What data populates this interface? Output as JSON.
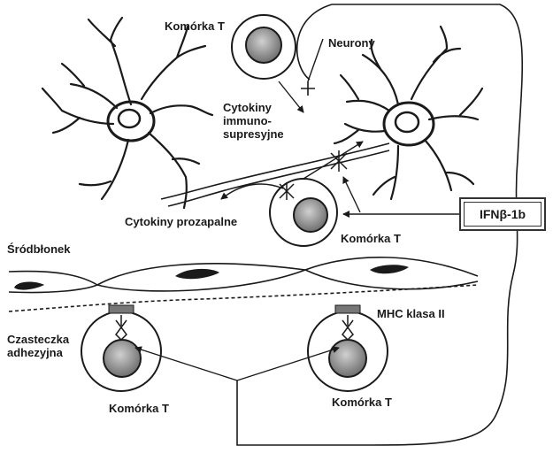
{
  "labels": {
    "tcell_top": "Komórka T",
    "neurons": "Neurony",
    "cytokines_immuno_1": "Cytokiny",
    "cytokines_immuno_2": "immuno-",
    "cytokines_immuno_3": "supresyjne",
    "cytokines_proinflam": "Cytokiny prozapalne",
    "tcell_mid": "Komórka T",
    "ifn": "IFNβ-1b",
    "endothelium": "Śródbłonek",
    "mhc": "MHC klasa II",
    "adhesion_1": "Czasteczka",
    "adhesion_2": "adhezyjna",
    "tcell_bottom_left": "Komórka T",
    "tcell_bottom_right": "Komórka T"
  },
  "colors": {
    "ink": "#1a1a1a",
    "nucleus_light": "#c4c4c4",
    "nucleus_dark": "#6e6e6e",
    "mhc_block": "#777777"
  }
}
